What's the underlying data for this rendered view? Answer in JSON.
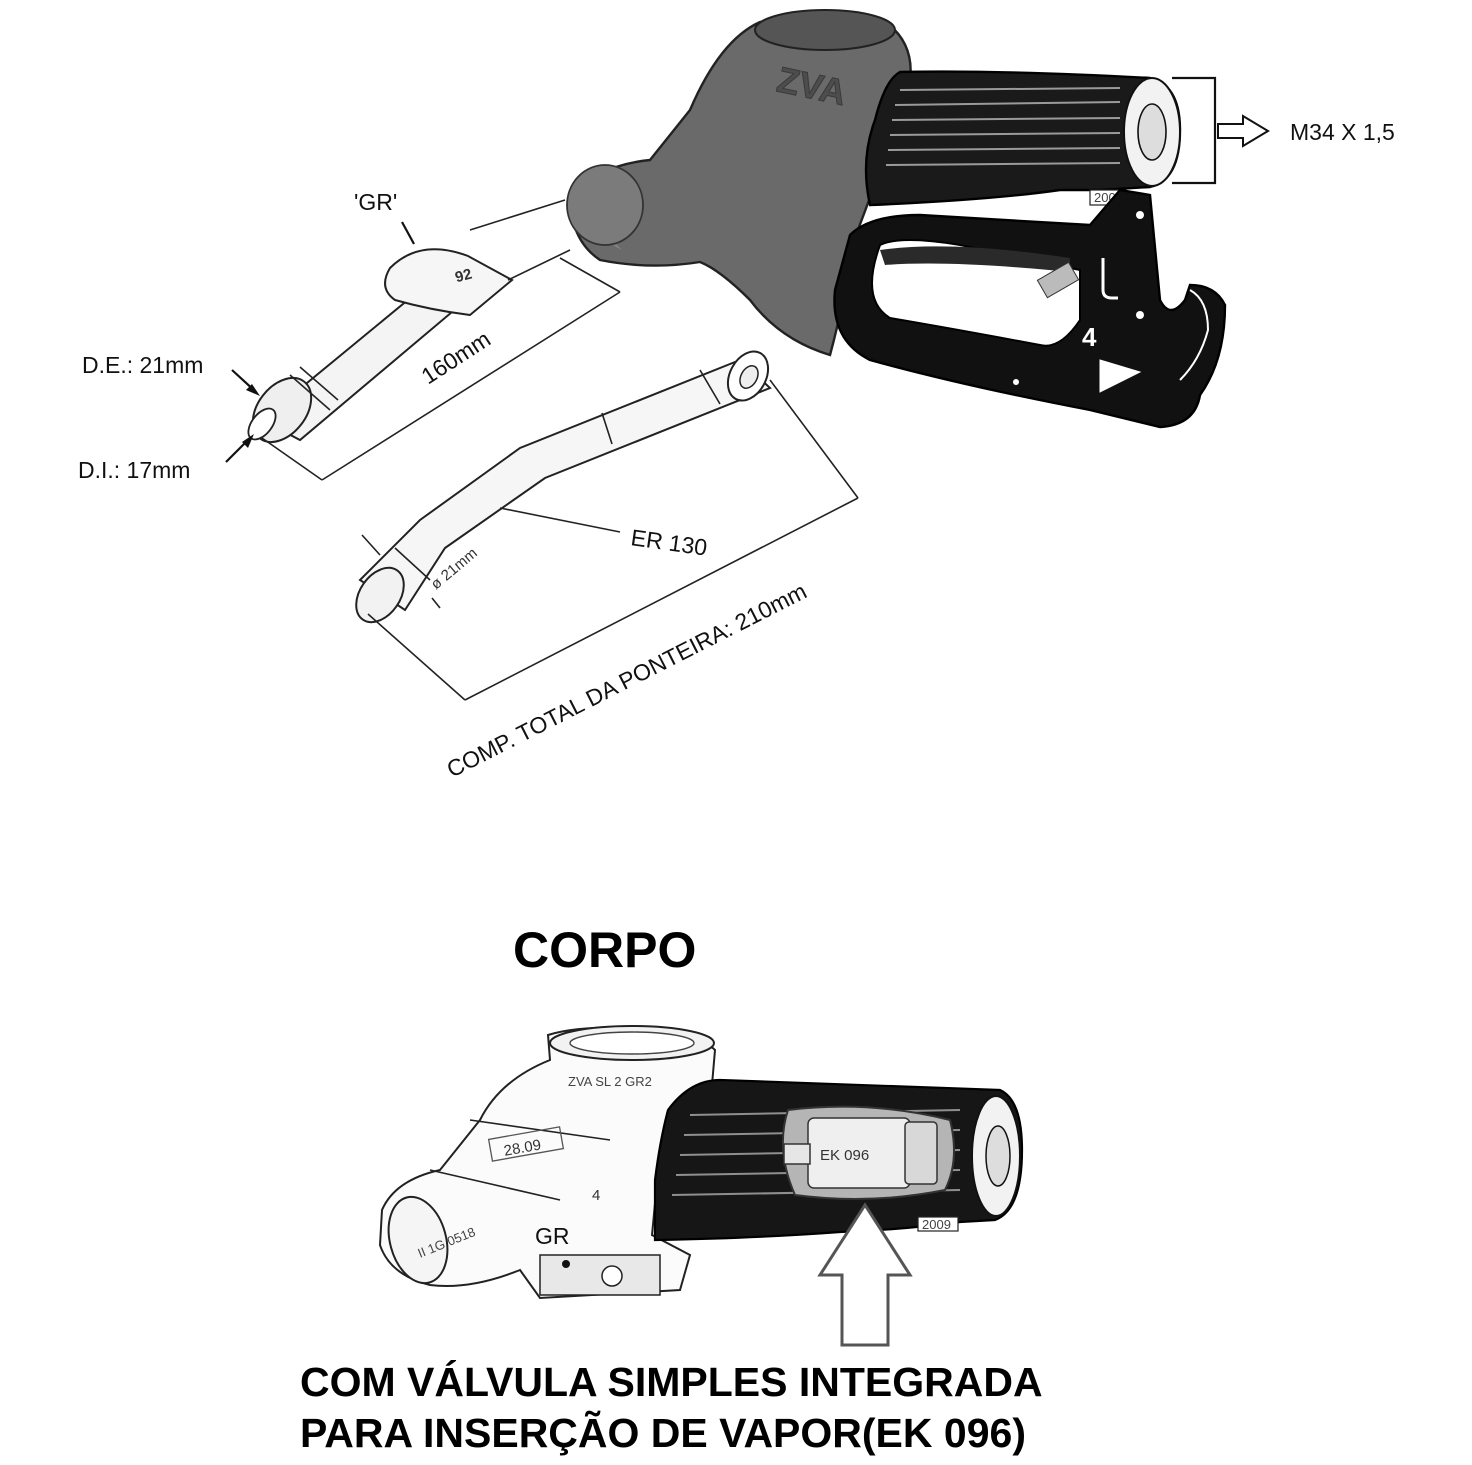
{
  "nozzle": {
    "brand": "ZVA",
    "thread_label": "M34 X 1,5",
    "gr_label": "'GR'",
    "spout_mark": "92",
    "spout_length": "160mm",
    "outer_diameter": "D.E.: 21mm",
    "inner_diameter": "D.I.: 17mm",
    "year_tag": "2009",
    "trigger_mark": "4"
  },
  "spout": {
    "name_label": "ER 130",
    "diameter_label": "ø 21mm",
    "total_length": "COMP. TOTAL DA PONTEIRA: 210mm"
  },
  "body": {
    "title": "CORPO",
    "model_stamp": "ZVA SL 2 GR2",
    "date_stamp": "28.09",
    "approval_stamp": "II 1G 0518",
    "gr_mark": "GR",
    "mark_4": "4",
    "valve_label": "EK 096",
    "year_tag": "2009",
    "caption_line1": "COM VÁLVULA SIMPLES INTEGRADA",
    "caption_line2": "PARA INSERÇÃO DE VAPOR(EK 096)"
  }
}
